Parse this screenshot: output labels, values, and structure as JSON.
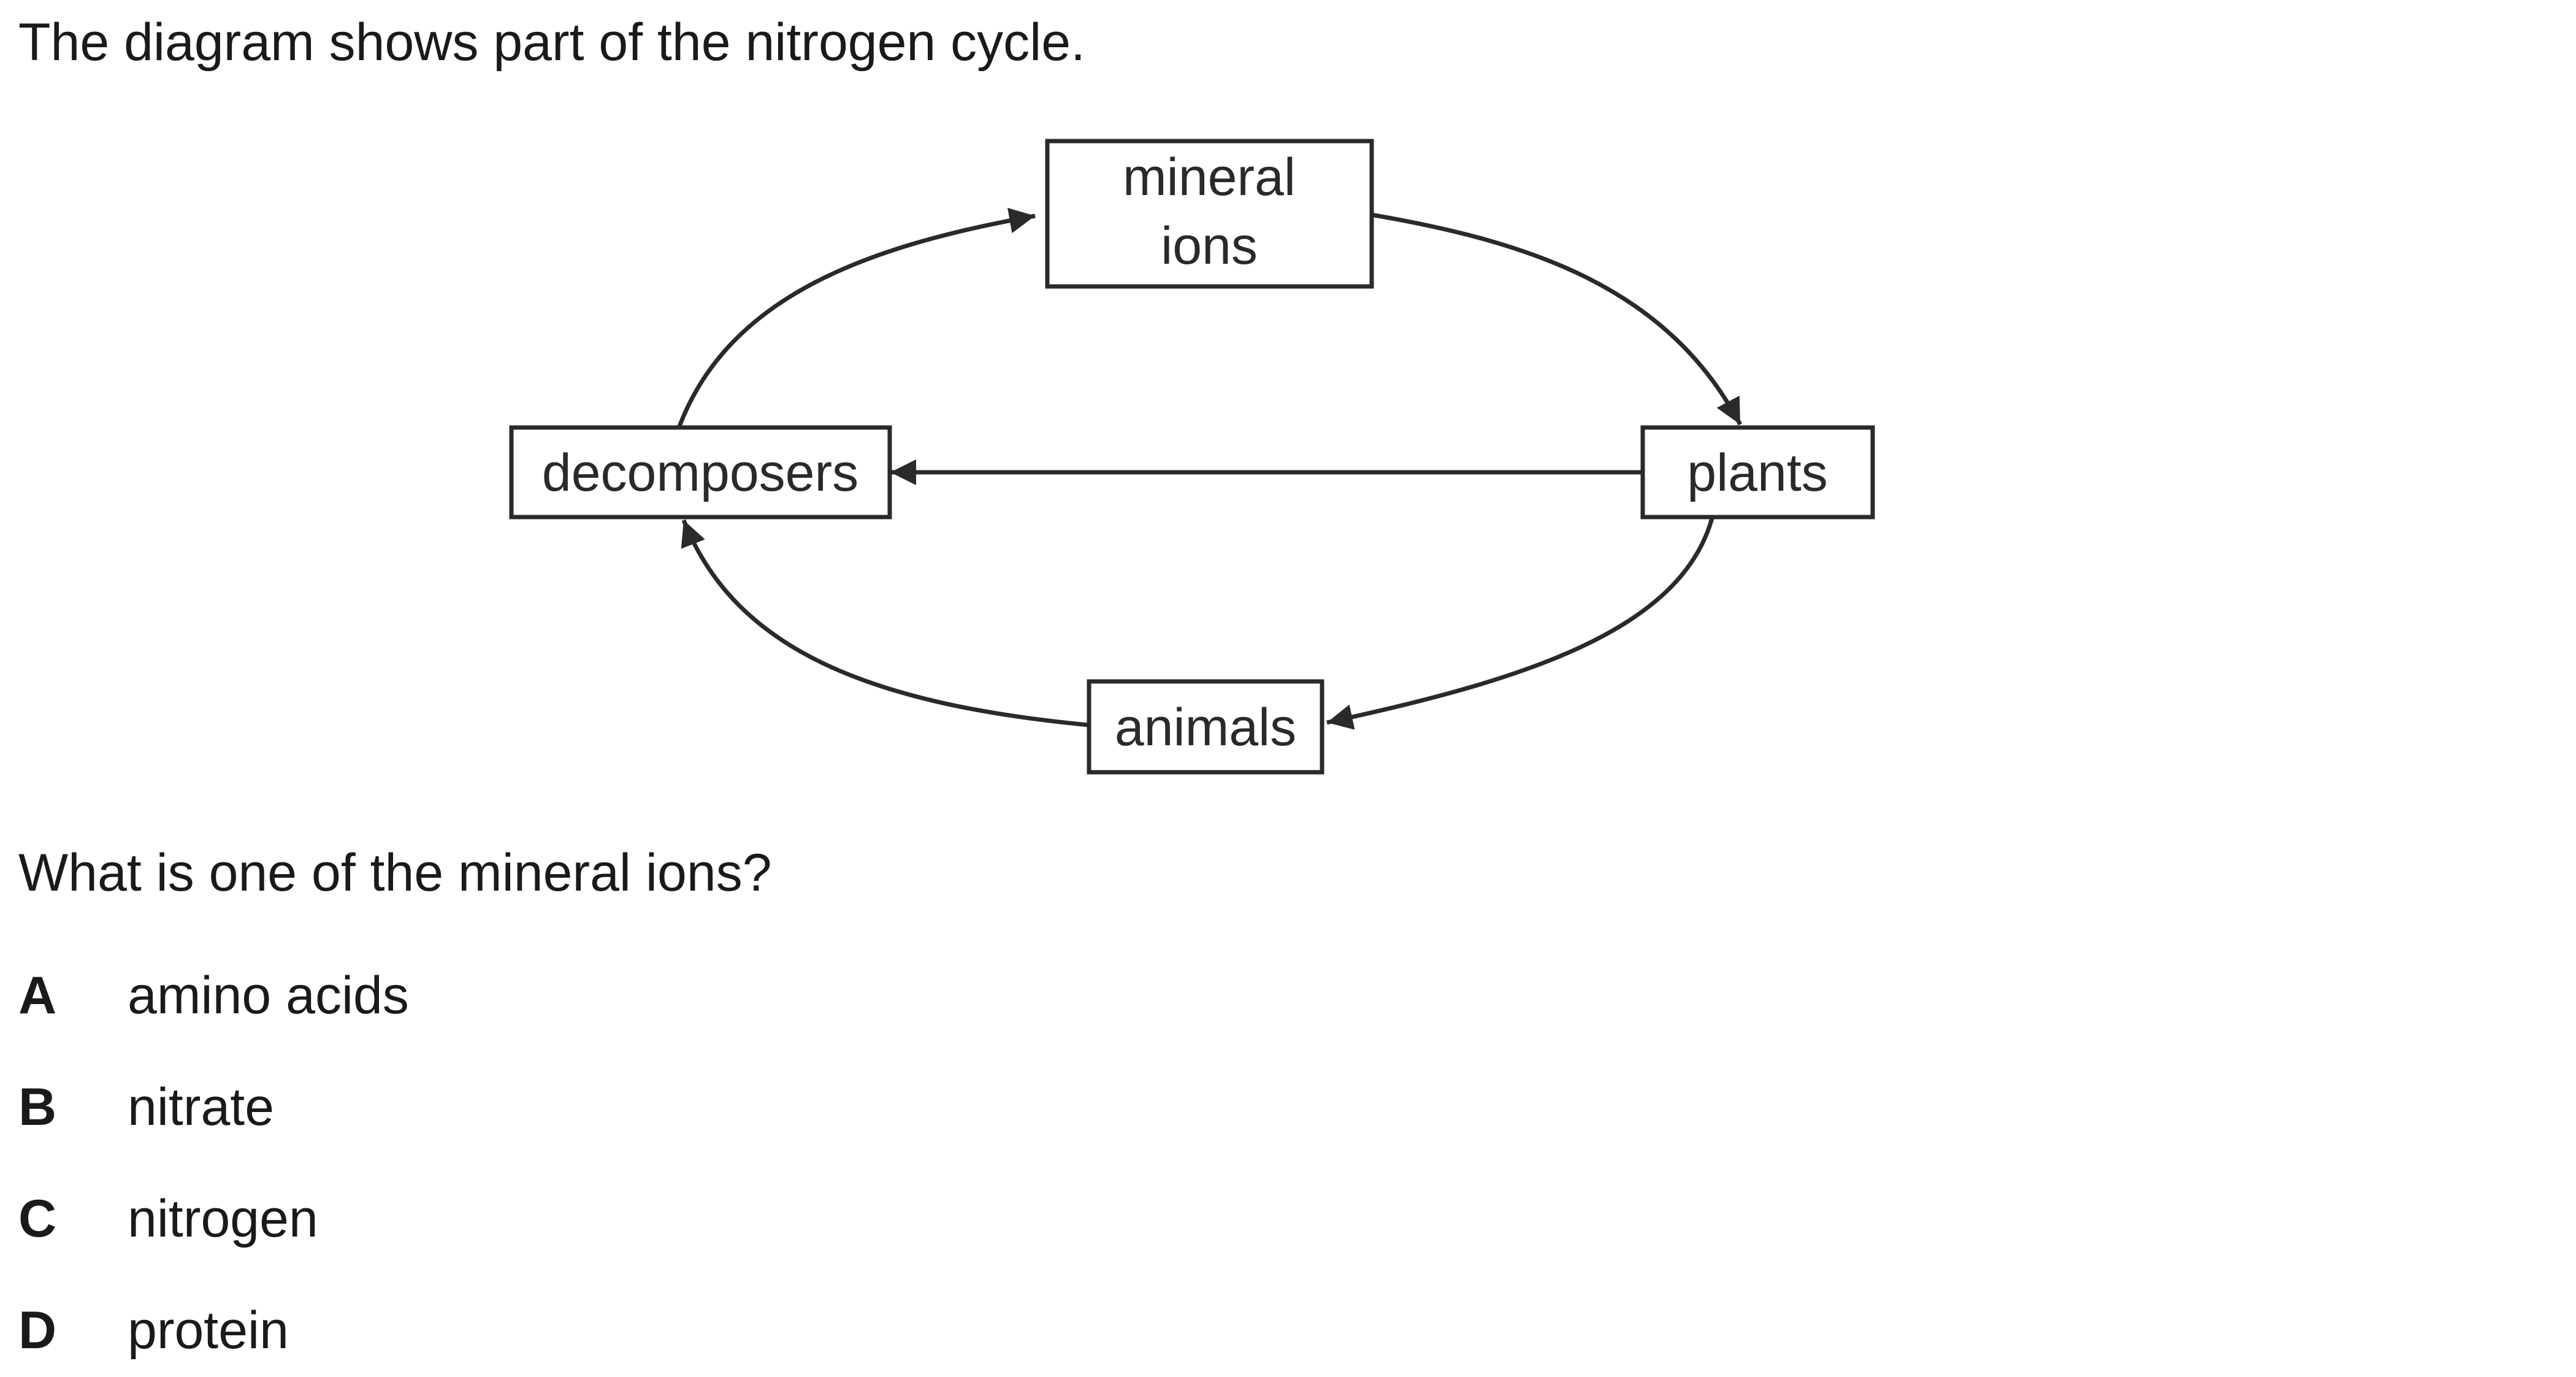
{
  "intro": "The diagram shows part of the nitrogen cycle.",
  "diagram": {
    "nodes": {
      "mineral_ions": {
        "line1": "mineral",
        "line2": "ions"
      },
      "plants": "plants",
      "decomposers": "decomposers",
      "animals": "animals"
    },
    "arrows": [
      {
        "from": "decomposers",
        "to": "mineral ions"
      },
      {
        "from": "mineral ions",
        "to": "plants"
      },
      {
        "from": "plants",
        "to": "decomposers"
      },
      {
        "from": "plants",
        "to": "animals"
      },
      {
        "from": "animals",
        "to": "decomposers"
      }
    ]
  },
  "question": "What is one of the mineral ions?",
  "options": [
    {
      "letter": "A",
      "text": "amino acids"
    },
    {
      "letter": "B",
      "text": "nitrate"
    },
    {
      "letter": "C",
      "text": "nitrogen"
    },
    {
      "letter": "D",
      "text": "protein"
    }
  ]
}
